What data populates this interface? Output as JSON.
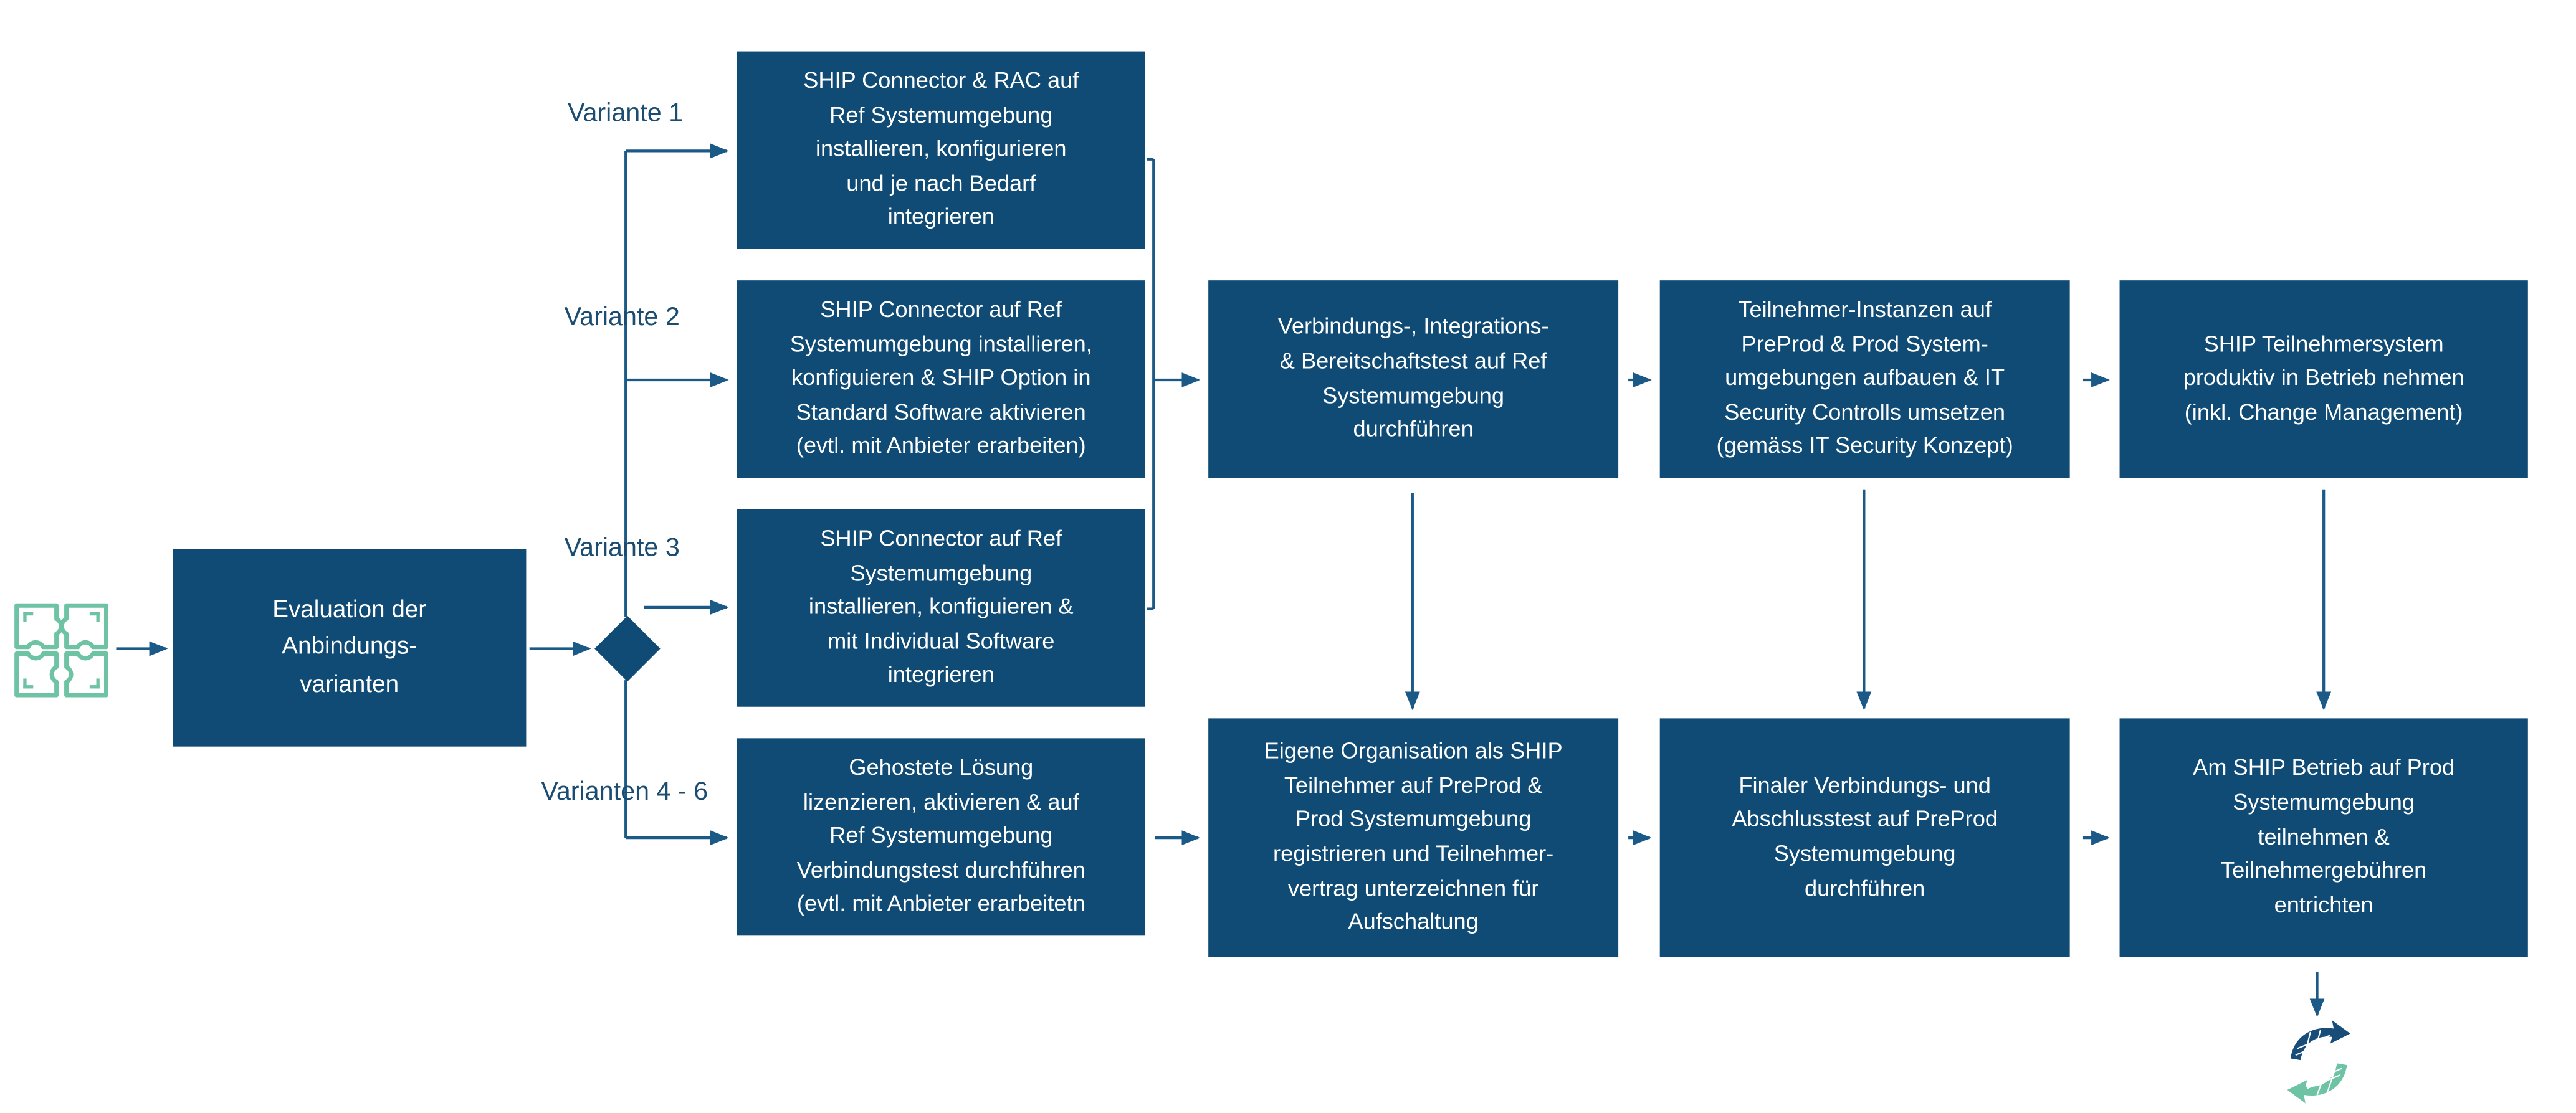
{
  "colors": {
    "box_fill": "#0f4b75",
    "line": "#1b5a86",
    "label_text": "#1b4d72",
    "icon_green": "#6fc3a5",
    "icon_blue": "#174d78"
  },
  "icons": {
    "start": "puzzle-icon",
    "end": "ship-logo-icon"
  },
  "evaluation": {
    "text": "Evaluation der\nAnbindungs-\nvarianten"
  },
  "variants": {
    "v1": "Variante 1",
    "v2": "Variante 2",
    "v3": "Variante 3",
    "v46": "Varianten 4 - 6"
  },
  "column1": {
    "box1": "SHIP Connector & RAC auf\nRef Systemumgebung\ninstallieren, konfigurieren\nund je nach Bedarf\nintegrieren",
    "box2": "SHIP Connector auf Ref\nSystemumgebung installieren,\nkonfiguieren & SHIP Option in\nStandard Software aktivieren\n(evtl. mit Anbieter erarbeiten)",
    "box3": "SHIP Connector auf Ref\nSystemumgebung\ninstallieren, konfiguieren &\nmit Individual Software\nintegrieren",
    "box4": "Gehostete Lösung\nlizenzieren, aktivieren & auf\nRef Systemumgebung\nVerbindungstest durchführen\n(evtl. mit Anbieter erarbeitetn"
  },
  "column2": {
    "top": "Verbindungs-, Integrations-\n& Bereitschaftstest auf Ref\nSystemumgebung\ndurchführen",
    "bottom": "Eigene Organisation als SHIP\nTeilnehmer auf PreProd &\nProd Systemumgebung\nregistrieren und Teilnehmer-\nvertrag unterzeichnen für\nAufschaltung"
  },
  "column3": {
    "top": "Teilnehmer-Instanzen auf\nPreProd & Prod System-\numgebungen aufbauen & IT\nSecurity Controlls umsetzen\n(gemäss IT Security Konzept)",
    "bottom": "Finaler Verbindungs- und\nAbschlusstest auf PreProd\nSystemumgebung\ndurchführen"
  },
  "column4": {
    "top": "SHIP Teilnehmersystem\nproduktiv in Betrieb nehmen\n(inkl. Change Management)",
    "bottom": "Am SHIP Betrieb auf Prod\nSystemumgebung\nteilnehmen &\nTeilnehmergebühren\nentrichten"
  }
}
